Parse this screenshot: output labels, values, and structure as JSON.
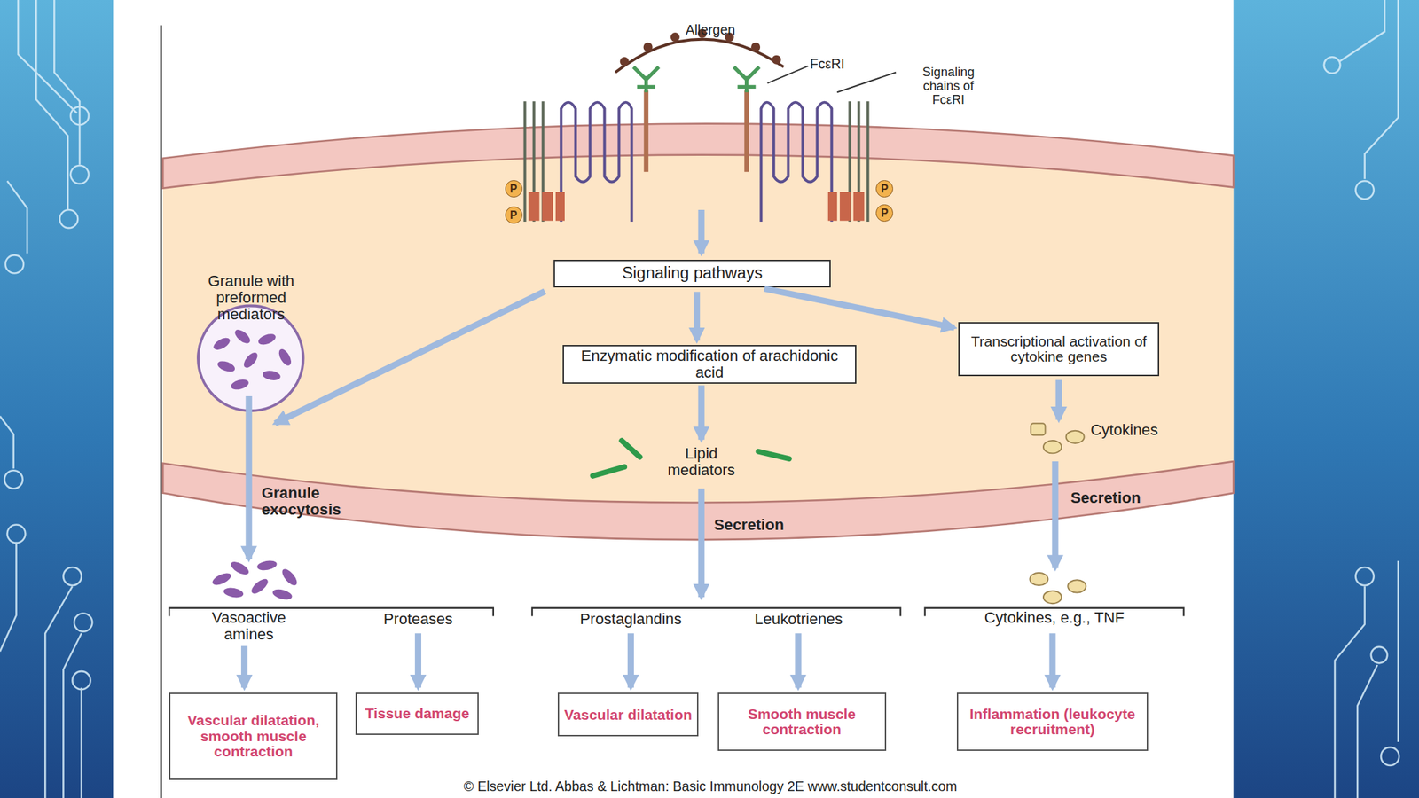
{
  "diagram": {
    "nodes": [
      {
        "text": [
          "Signaling pathways"
        ]
      },
      {
        "text": [
          "Enzymatic modification of arachidonic acid"
        ]
      },
      {
        "text": [
          "Transcriptional activation of cytokine genes"
        ]
      },
      {
        "text": [
          "Vascular dilatation, smooth muscle contraction"
        ]
      },
      {
        "text": [
          "Tissue damage"
        ]
      },
      {
        "text": [
          "Vascular dilatation"
        ]
      },
      {
        "text": [
          "Smooth muscle contraction"
        ]
      },
      {
        "text": [
          "Inflammation (leukocyte recruitment)"
        ]
      }
    ],
    "edges": [
      {
        "from": 0,
        "to": 1,
        "arrow": "to"
      },
      {
        "from": 0,
        "to": 2,
        "arrow": "to"
      }
    ],
    "labels": [
      "Allergen",
      "FcεRI",
      "Signaling chains of FcεRI",
      "P",
      "P",
      "P",
      "P",
      "Granule with preformed mediators",
      "Lipid mediators",
      "Cytokines",
      "Granule exocytosis",
      "Secretion",
      "Secretion",
      "Vasoactive amines",
      "Proteases",
      "Prostaglandins",
      "Leukotrienes",
      "Cytokines, e.g., TNF",
      "© Elsevier Ltd. Abbas & Lichtman: Basic Immunology 2E www.studentconsult.com"
    ]
  }
}
